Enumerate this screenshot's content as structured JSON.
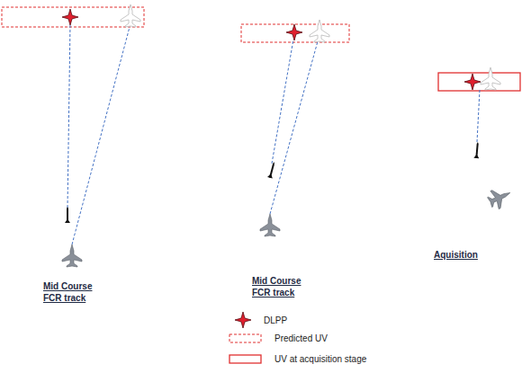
{
  "diagram": {
    "labels": [
      "Mid Course FCR track",
      "Mid Course FCR track",
      "Aquisition"
    ],
    "legend": [
      {
        "text": "DLPP"
      },
      {
        "text": "Predicted UV"
      },
      {
        "text": "UV at acquisition stage"
      }
    ]
  }
}
